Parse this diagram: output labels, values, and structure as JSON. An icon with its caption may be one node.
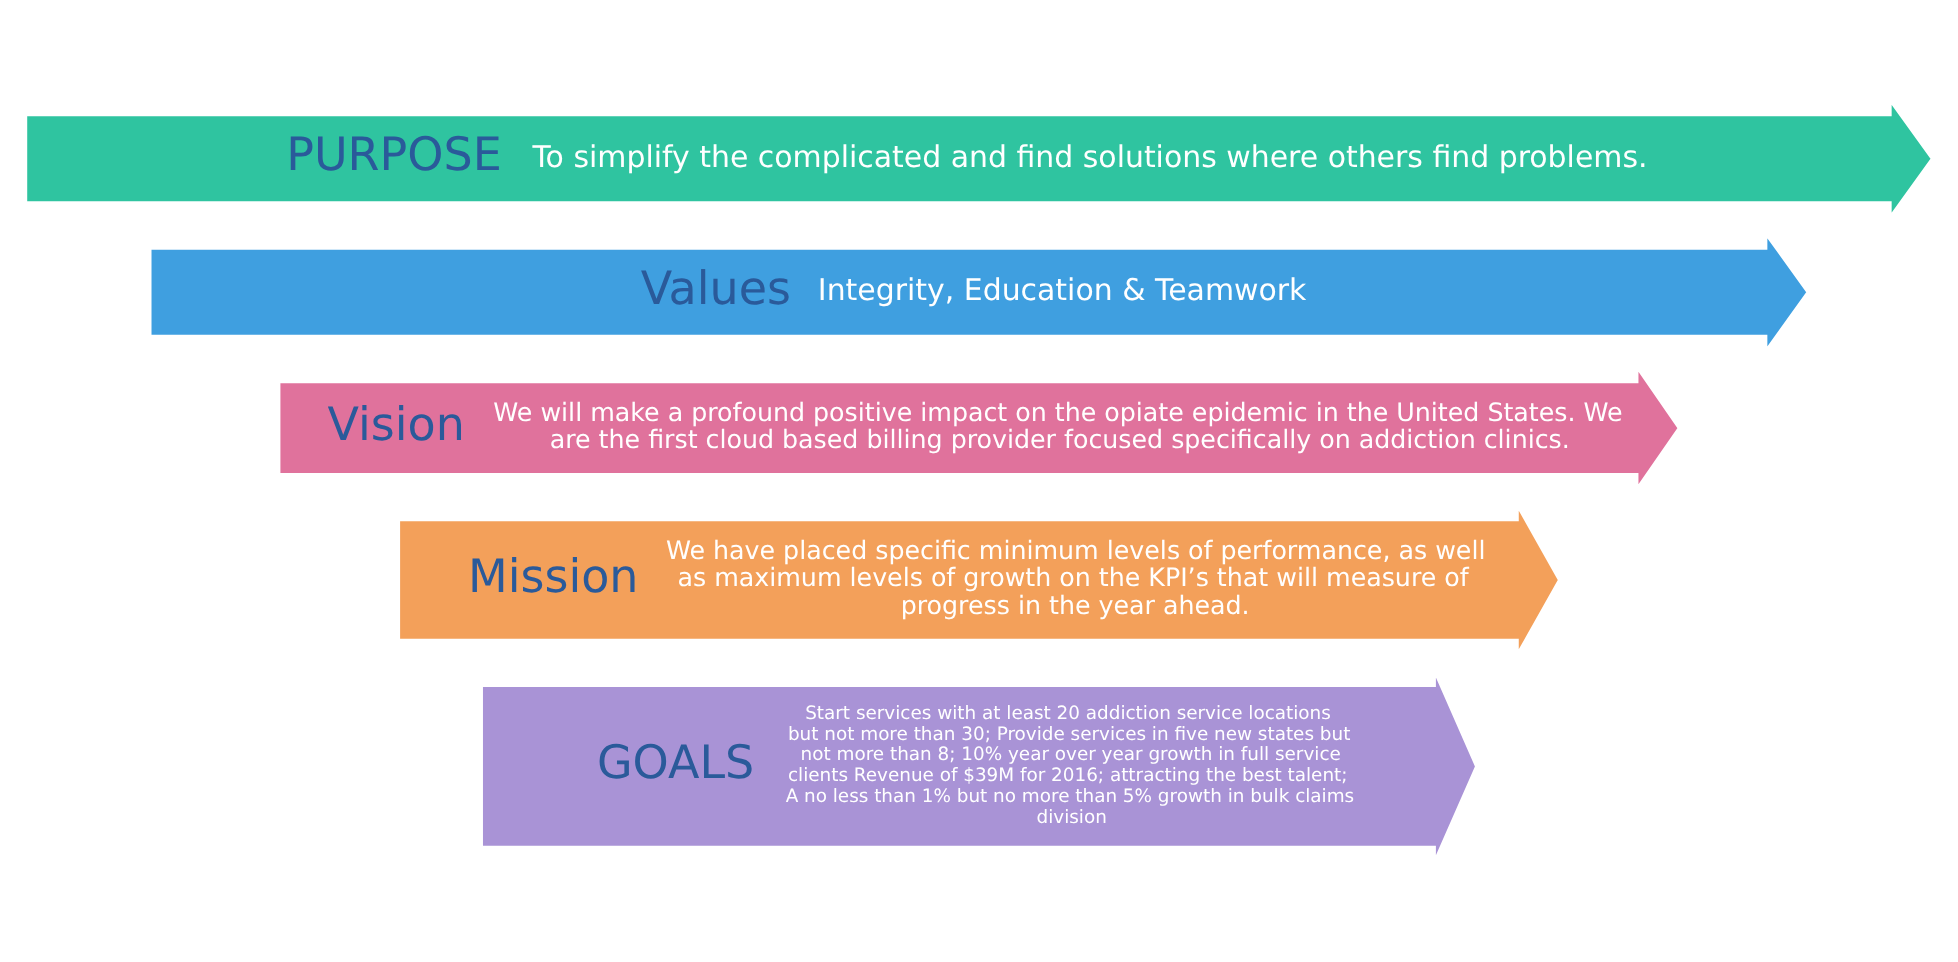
{
  "diagram": {
    "nodes": [
      {
        "text": [
          "PURPOSE",
          "To simplify the complicated and find solutions where others find problems."
        ]
      },
      {
        "text": [
          "Values",
          "Integrity, Education & Teamwork"
        ]
      },
      {
        "text": [
          "Vision",
          "We will make a profound positive impact on the opiate epidemic in the United States. We are the first cloud based billing provider focused specifically on addiction clinics."
        ]
      },
      {
        "text": [
          "Mission",
          "We have placed specific minimum levels of performance, as well as maximum levels of growth on the KPI’s that will measure of progress in the year ahead."
        ]
      },
      {
        "text": [
          "GOALS",
          "Start services with at least 20 addiction service locations but not more than 30; Provide services in five new states but not more than 8; 10% year over year growth in full service clients Revenue of $39M for 2016; attracting the best talent; A no less than 1% but no more than 5% growth in bulk claims division"
        ]
      }
    ]
  }
}
